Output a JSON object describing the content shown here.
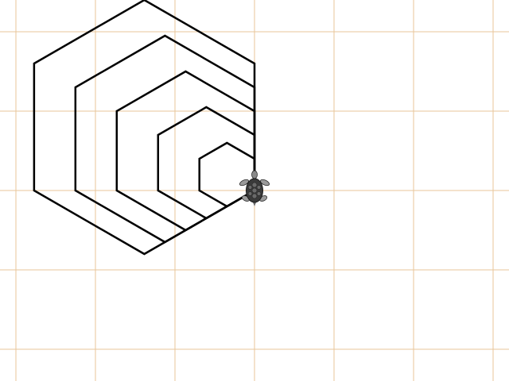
{
  "canvas": {
    "background": "#ffffff",
    "grid_color": "#e8c69a",
    "grid_spacing_units": 100,
    "origin_note_hidden": true
  },
  "turtle": {
    "icon": "turtle-icon",
    "heading_degrees": 90,
    "pen_color": "#000000",
    "body_color": "#3a3a3a",
    "shell_pattern_color": "#6a6a6a",
    "position_units": [
      0,
      0
    ]
  },
  "drawing": {
    "shape": "nested-hexagons",
    "count": 5,
    "side_lengths_units": [
      160,
      130,
      100,
      70,
      40
    ],
    "stroke_color": "#000000"
  }
}
